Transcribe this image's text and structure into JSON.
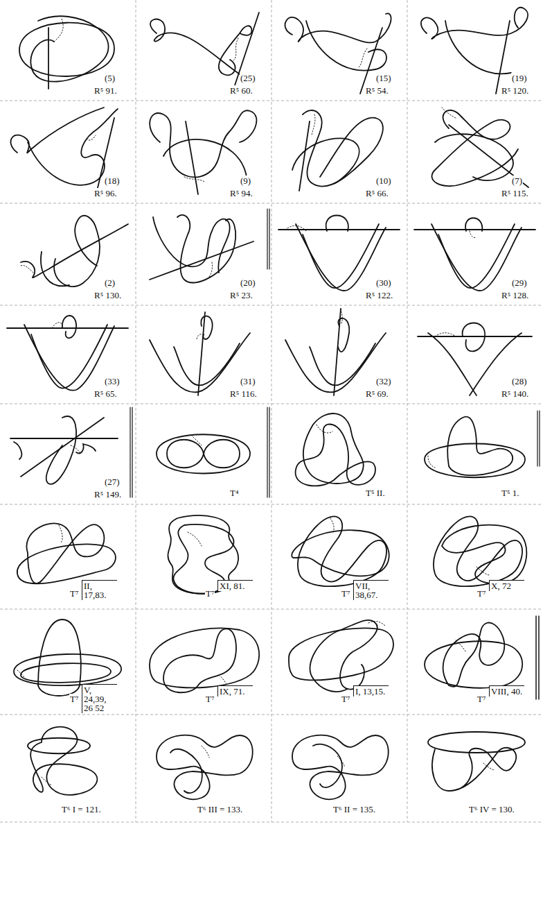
{
  "diagram": {
    "labels": [
      "(5)",
      "R⁵ 91.",
      "(25)",
      "R⁵ 60.",
      "(15)",
      "R⁵ 54.",
      "(19)",
      "R⁵ 120.",
      "(18)",
      "R⁵ 96.",
      "(9)",
      "R⁵ 94.",
      "(10)",
      "R⁵ 66.",
      "(7)",
      "R⁵ 115.",
      "(2)",
      "R⁵ 130.",
      "(20)",
      "R⁵ 23.",
      "(30)",
      "R⁵ 122.",
      "(29)",
      "R⁵ 128.",
      "(33)",
      "R⁵ 65.",
      "(31)",
      "R⁵ 116.",
      "(32)",
      "R⁵ 69.",
      "(28)",
      "R⁵ 140.",
      "(27)",
      "R⁵ 149.",
      "T⁴",
      "T⁵ II.",
      "T⁵ 1.",
      "T⁷",
      "II, 17,83.",
      "T⁷",
      "XI, 81.",
      "T⁷",
      "VII, 38,67.",
      "T⁷",
      "X, 72",
      "T⁷",
      "V, 24,39, 26 52",
      "T⁷",
      "IX, 71.",
      "T⁷",
      "I, 13,15.",
      "T⁷",
      "VIII, 40.",
      "T⁶ I = 121.",
      "T⁶ III = 133.",
      "T⁶ II = 135.",
      "T⁶ IV = 130."
    ]
  }
}
